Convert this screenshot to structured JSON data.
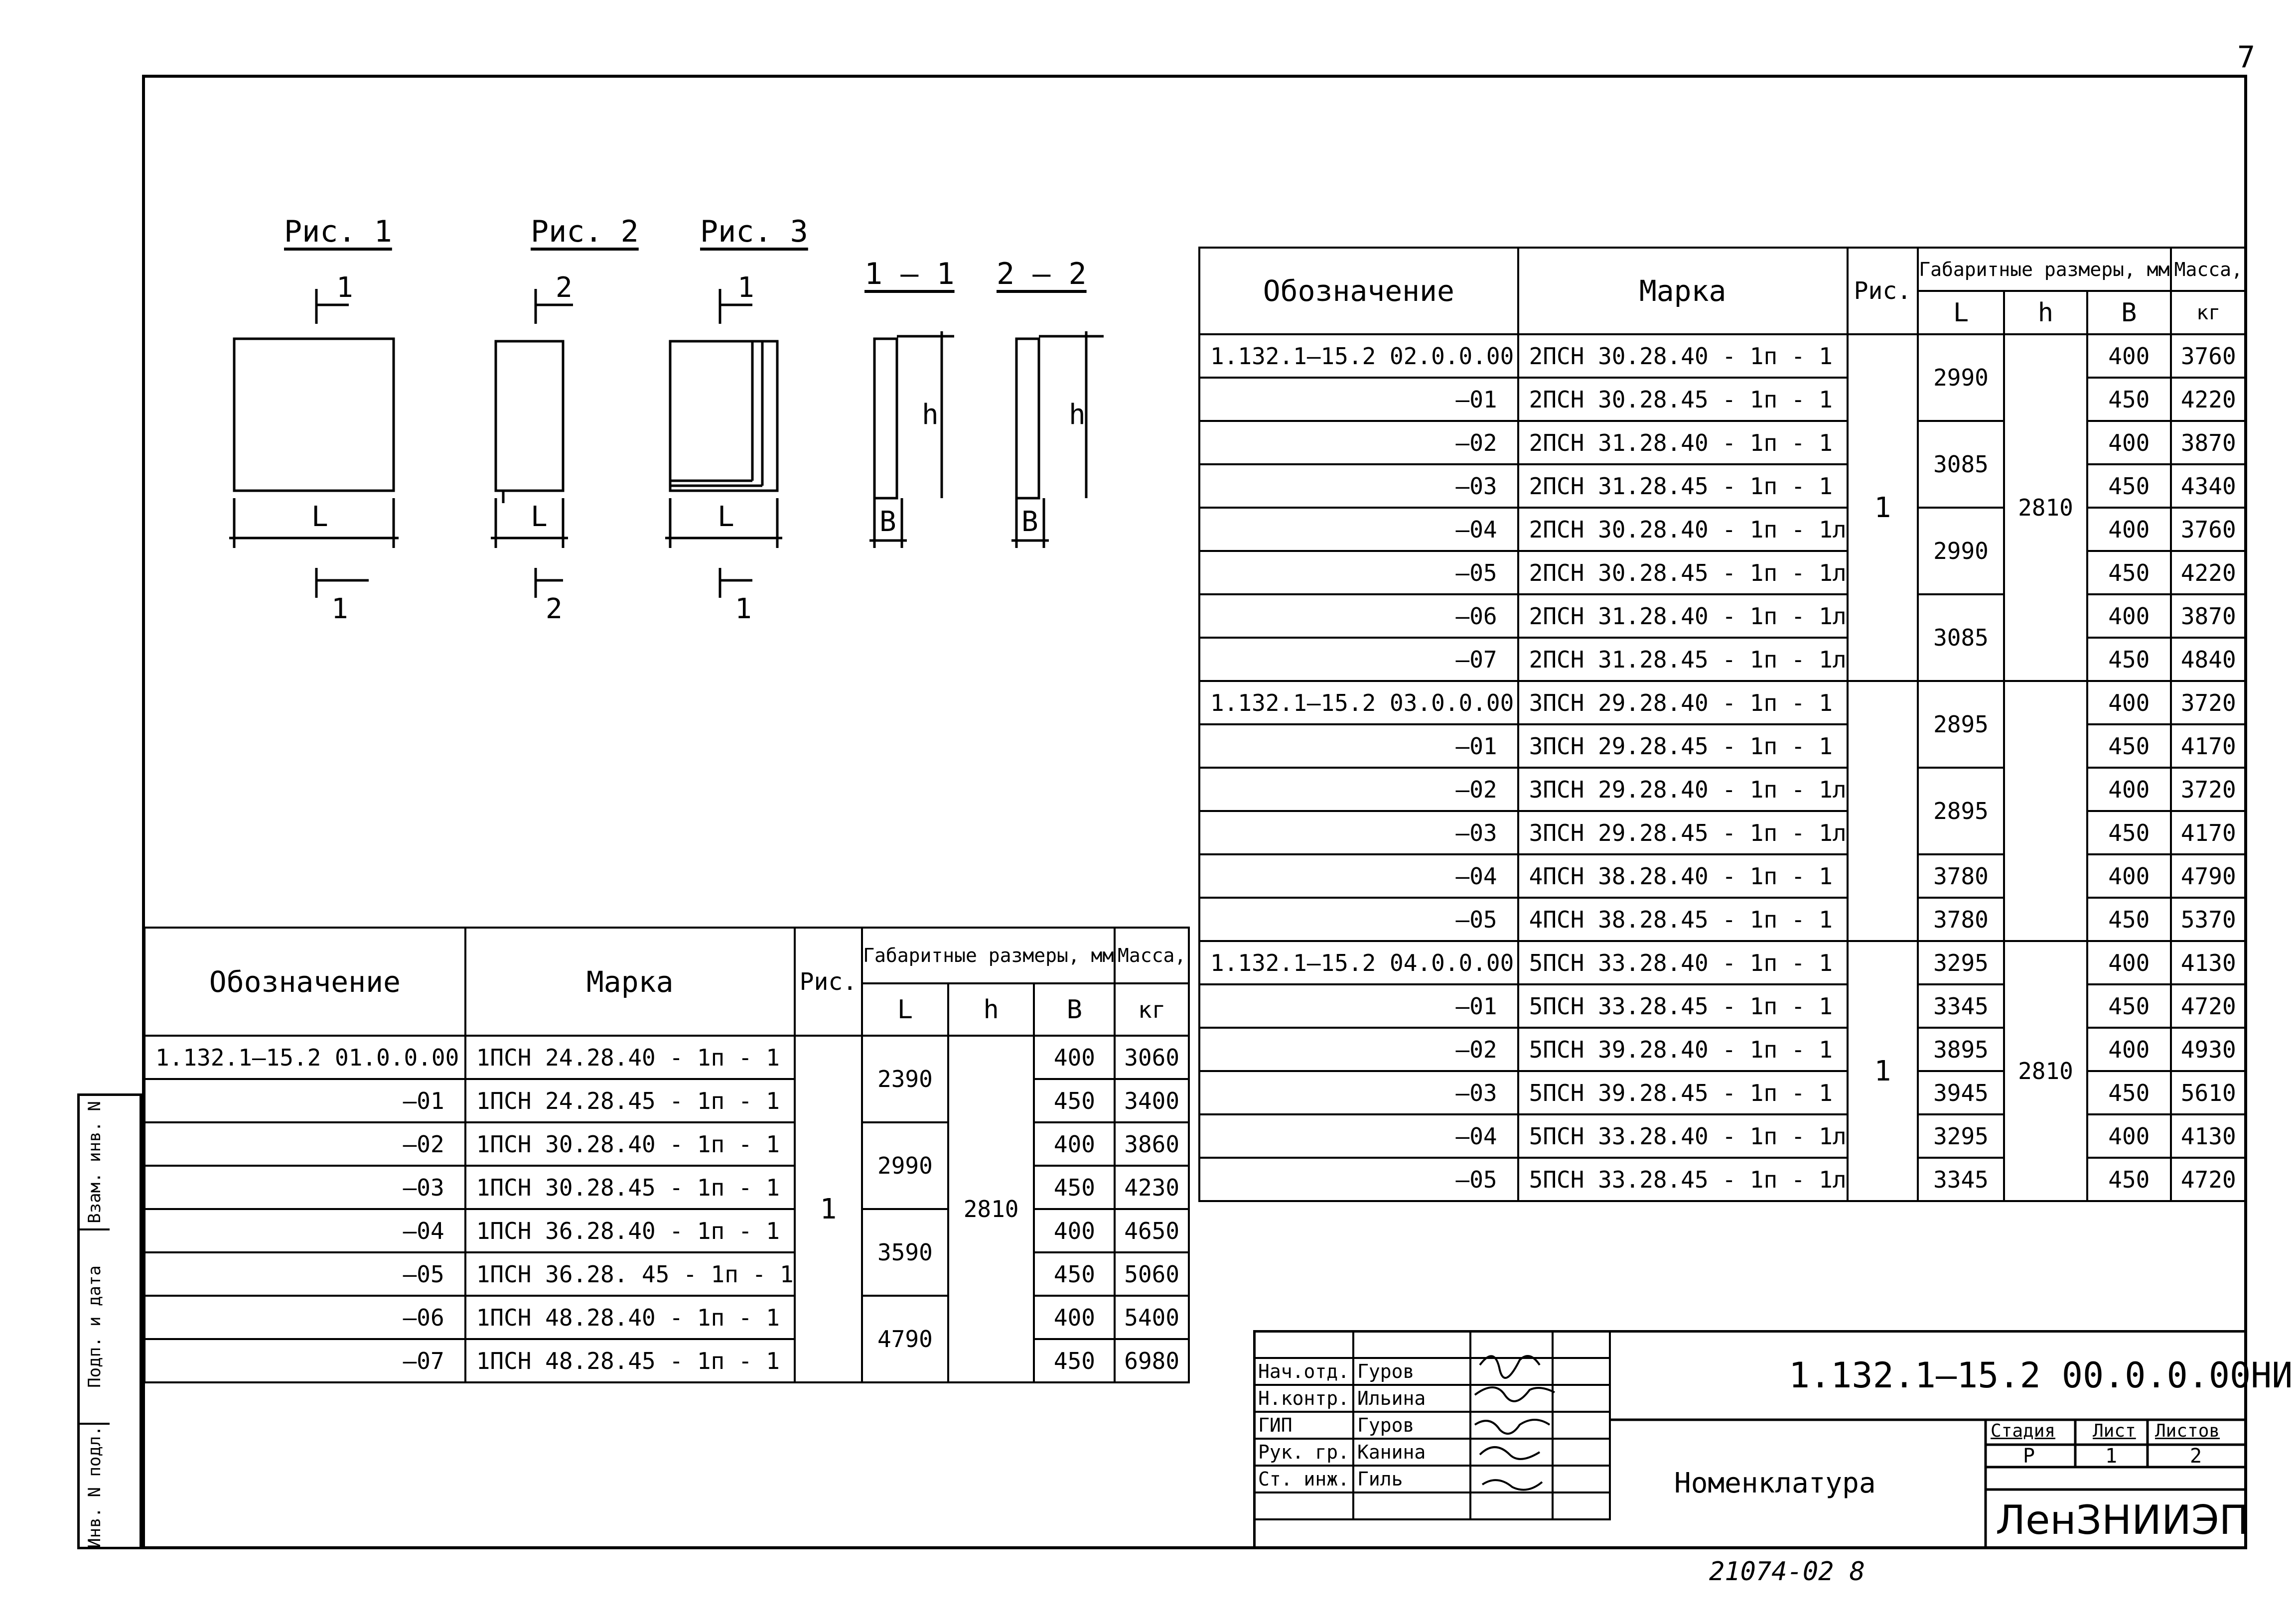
{
  "page_number": "7",
  "figures": {
    "fig1": {
      "title": "Рис. 1",
      "cut_top": "1",
      "cut_bottom": "1",
      "dim": "L"
    },
    "fig2": {
      "title": "Рис. 2",
      "cut_top": "2",
      "cut_bottom": "2",
      "dim": "L"
    },
    "fig3": {
      "title": "Рис. 3",
      "cut_top": "1",
      "cut_bottom": "1",
      "dim": "L"
    },
    "sec1": {
      "title": "1 – 1",
      "dim_h": "h",
      "dim_b": "B"
    },
    "sec2": {
      "title": "2 – 2",
      "dim_h": "h",
      "dim_b": "B"
    }
  },
  "table_headers": {
    "designation": "Обозначение",
    "mark": "Марка",
    "fig": "Рис.",
    "dims": "Габаритные размеры, мм",
    "mass": "Масса,",
    "mass_unit": "кг",
    "col_L": "L",
    "col_h": "h",
    "col_B": "B"
  },
  "left_table": {
    "rows": [
      {
        "code": "1.132.1–15.2  01.0.0.00",
        "mark": "1ПСН 24.28.40 - 1п - 1",
        "b": "400",
        "m": "3060"
      },
      {
        "code": "–01",
        "mark": "1ПСН 24.28.45 - 1п - 1",
        "b": "450",
        "m": "3400"
      },
      {
        "code": "–02",
        "mark": "1ПСН 30.28.40 - 1п - 1",
        "b": "400",
        "m": "3860"
      },
      {
        "code": "–03",
        "mark": "1ПСН 30.28.45 - 1п - 1",
        "b": "450",
        "m": "4230"
      },
      {
        "code": "–04",
        "mark": "1ПСН 36.28.40 - 1п - 1",
        "b": "400",
        "m": "4650"
      },
      {
        "code": "–05",
        "mark": "1ПСН 36.28. 45 - 1п - 1",
        "b": "450",
        "m": "5060"
      },
      {
        "code": "–06",
        "mark": "1ПСН 48.28.40 - 1п - 1",
        "b": "400",
        "m": "5400"
      },
      {
        "code": "–07",
        "mark": "1ПСН 48.28.45 - 1п - 1",
        "b": "450",
        "m": "6980"
      }
    ],
    "fig": "1",
    "h": "2810",
    "L_groups": [
      "2390",
      "2990",
      "3590",
      "4790"
    ]
  },
  "right_table": {
    "rows": [
      {
        "code": "1.132.1–15.2  02.0.0.00",
        "mark": "2ПСН 30.28.40 - 1п - 1",
        "b": "400",
        "m": "3760"
      },
      {
        "code": "–01",
        "mark": "2ПСН 30.28.45 - 1п - 1",
        "b": "450",
        "m": "4220"
      },
      {
        "code": "–02",
        "mark": "2ПСН 31.28.40 - 1п - 1",
        "b": "400",
        "m": "3870"
      },
      {
        "code": "–03",
        "mark": "2ПСН 31.28.45 - 1п - 1",
        "b": "450",
        "m": "4340"
      },
      {
        "code": "–04",
        "mark": "2ПСН 30.28.40 - 1п - 1л",
        "b": "400",
        "m": "3760"
      },
      {
        "code": "–05",
        "mark": "2ПСН 30.28.45 - 1п - 1л",
        "b": "450",
        "m": "4220"
      },
      {
        "code": "–06",
        "mark": "2ПСН 31.28.40 - 1п - 1л",
        "b": "400",
        "m": "3870"
      },
      {
        "code": "–07",
        "mark": "2ПСН 31.28.45 - 1п - 1л",
        "b": "450",
        "m": "4840"
      },
      {
        "code": "1.132.1–15.2  03.0.0.00",
        "mark": "3ПСН 29.28.40 - 1п - 1",
        "b": "400",
        "m": "3720"
      },
      {
        "code": "–01",
        "mark": "3ПСН 29.28.45 - 1п - 1",
        "b": "450",
        "m": "4170"
      },
      {
        "code": "–02",
        "mark": "3ПСН 29.28.40 - 1п - 1л",
        "b": "400",
        "m": "3720"
      },
      {
        "code": "–03",
        "mark": "3ПСН 29.28.45 - 1п - 1л",
        "b": "450",
        "m": "4170"
      },
      {
        "code": "–04",
        "mark": "4ПСН 38.28.40 - 1п - 1",
        "L": "3780",
        "b": "400",
        "m": "4790"
      },
      {
        "code": "–05",
        "mark": "4ПСН 38.28.45 - 1п - 1",
        "L": "3780",
        "b": "450",
        "m": "5370"
      },
      {
        "code": "1.132.1–15.2  04.0.0.00",
        "mark": "5ПСН 33.28.40 - 1п - 1",
        "L": "3295",
        "b": "400",
        "m": "4130"
      },
      {
        "code": "–01",
        "mark": "5ПСН 33.28.45 - 1п - 1",
        "L": "3345",
        "b": "450",
        "m": "4720"
      },
      {
        "code": "–02",
        "mark": "5ПСН 39.28.40 - 1п - 1",
        "L": "3895",
        "b": "400",
        "m": "4930"
      },
      {
        "code": "–03",
        "mark": "5ПСН 39.28.45 - 1п - 1",
        "L": "3945",
        "b": "450",
        "m": "5610"
      },
      {
        "code": "–04",
        "mark": "5ПСН 33.28.40 - 1п - 1л",
        "L": "3295",
        "b": "400",
        "m": "4130"
      },
      {
        "code": "–05",
        "mark": "5ПСН 33.28.45 - 1п - 1л",
        "L": "3345",
        "b": "450",
        "m": "4720"
      }
    ],
    "fig_a": "1",
    "fig_b": "1",
    "h_a": "2810",
    "h_b": "2810",
    "L_groups": [
      "2990",
      "3085",
      "2990",
      "3085",
      "2895",
      "2895"
    ]
  },
  "title_block": {
    "roles": [
      "Нач.отд.",
      "Н.контр.",
      "ГИП",
      "Рук. гр.",
      "Ст. инж."
    ],
    "names": [
      "Гуров",
      "Ильина",
      "Гуров",
      "Канина",
      "Гиль"
    ],
    "doc_code": "1.132.1–15.2  00.0.0.00НИ",
    "doc_title": "Номенклатура",
    "stage_label": "Стадия",
    "sheet_label": "Лист",
    "sheets_label": "Листов",
    "stage": "Р",
    "sheet": "1",
    "sheets": "2",
    "org": "ЛенЗНИИЭП"
  },
  "sidebar": {
    "cells": [
      "Взам. инв. N",
      "Подп. и дата",
      "Инв. N подл."
    ]
  },
  "archive_number": "21074-02   8"
}
